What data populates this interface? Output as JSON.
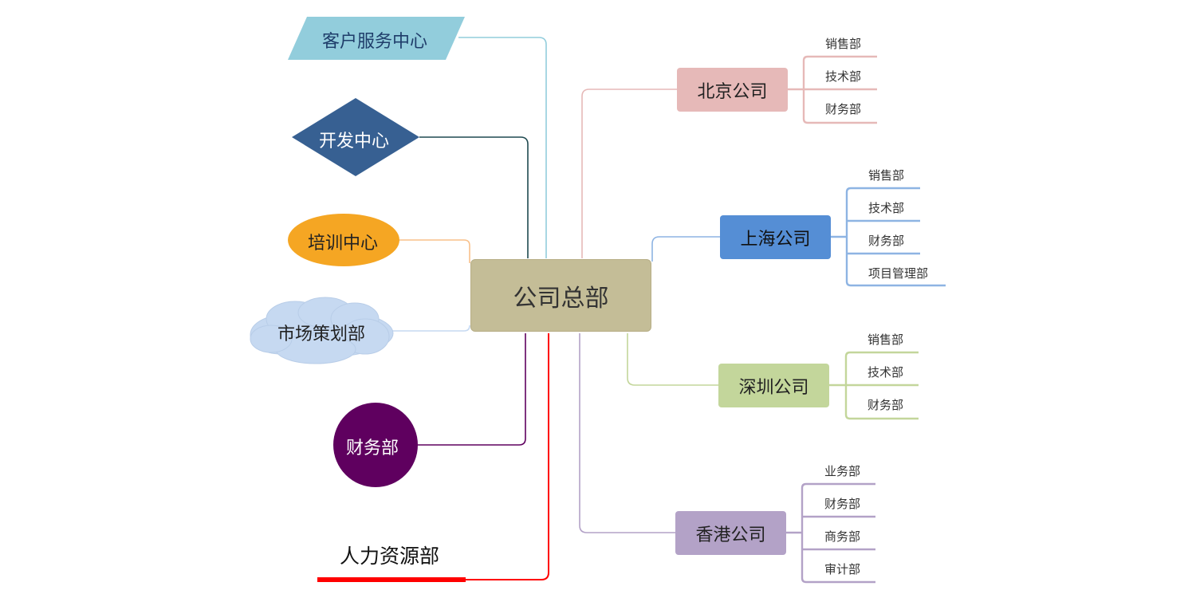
{
  "center": "公司总部",
  "left_nodes": {
    "customer_service": "客户服务中心",
    "dev_center": "开发中心",
    "training": "培训中心",
    "marketing": "市场策划部",
    "finance": "财务部",
    "hr": "人力资源部"
  },
  "branches": [
    {
      "name": "北京公司",
      "depts": [
        "销售部",
        "技术部",
        "财务部"
      ]
    },
    {
      "name": "上海公司",
      "depts": [
        "销售部",
        "技术部",
        "财务部",
        "项目管理部"
      ]
    },
    {
      "name": "深圳公司",
      "depts": [
        "销售部",
        "技术部",
        "财务部"
      ]
    },
    {
      "name": "香港公司",
      "depts": [
        "业务部",
        "财务部",
        "商务部",
        "审计部"
      ]
    }
  ],
  "colors": {
    "center": "#c4bd97",
    "customer_service": "#92cddc",
    "dev_center": "#376092",
    "training": "#f5a623",
    "marketing": "#c6d9f1",
    "finance": "#5f005f",
    "hr": "#ff0000",
    "beijing": "#e6b9b8",
    "shanghai": "#558ed5",
    "shenzhen": "#c3d69b",
    "hongkong": "#b3a2c7"
  }
}
